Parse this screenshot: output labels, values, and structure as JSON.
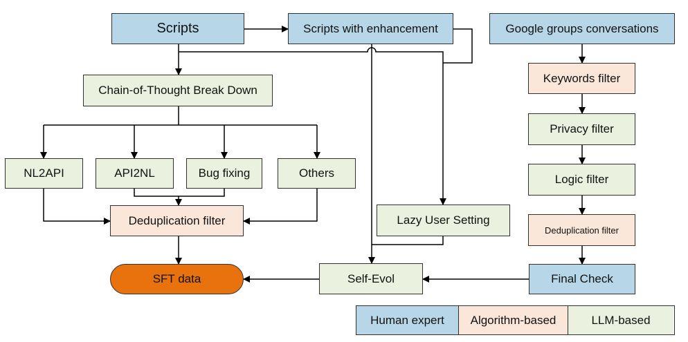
{
  "nodes": {
    "scripts": "Scripts",
    "scripts_enh": "Scripts with enhancement",
    "google": "Google groups conversations",
    "cot": "Chain-of-Thought Break Down",
    "keywords": "Keywords filter",
    "privacy": "Privacy filter",
    "nl2api": "NL2API",
    "api2nl": "API2NL",
    "bugfix": "Bug fixing",
    "others": "Others",
    "logic": "Logic filter",
    "dedup": "Deduplication filter",
    "lazy": "Lazy User Setting",
    "dedup2": "Deduplication filter",
    "sft": "SFT data",
    "selfevol": "Self-Evol",
    "final": "Final Check"
  },
  "legend": {
    "human": "Human expert",
    "algo": "Algorithm-based",
    "llm": "LLM-based"
  },
  "colors": {
    "human_expert": "#b7d7e8",
    "algorithm_based": "#fbe6da",
    "llm_based": "#eaf1de",
    "sft_data": "#e8720e",
    "line": "#000000"
  }
}
